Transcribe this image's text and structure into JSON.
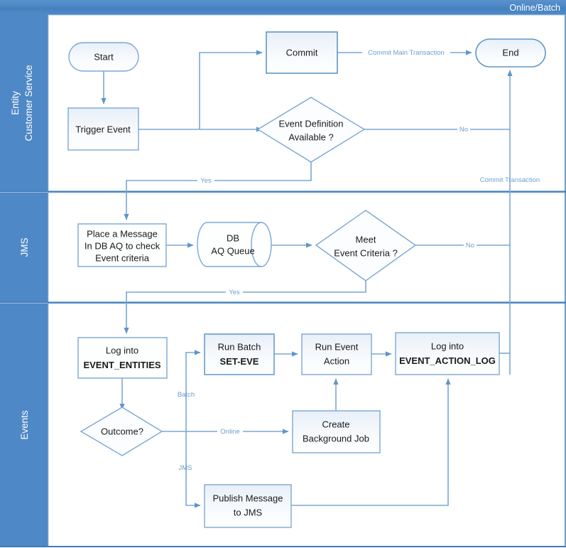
{
  "diagram": {
    "type": "swimlane-flowchart",
    "header": {
      "title": "Online/Batch"
    },
    "colors": {
      "lane_header_blue": "#4a86c5",
      "lane_border_blue": "#3f7cb8",
      "connector_blue": "#7ba7d4",
      "edge_label_blue": "#6d9ecb",
      "node_border": "#7ba7d4",
      "node_fill_top": "#eef3f9",
      "node_fill_bottom": "#ffffff",
      "lane_background": "#ffffff",
      "node_text": "#1a1a1a"
    },
    "lanes": [
      {
        "id": "lane-entity-customer-service",
        "label_line1": "Entity",
        "label_line2": "Customer Service"
      },
      {
        "id": "lane-jms",
        "label_line1": "JMS",
        "label_line2": ""
      },
      {
        "id": "lane-events",
        "label_line1": "Events",
        "label_line2": ""
      }
    ],
    "nodes": [
      {
        "id": "start",
        "shape": "terminator",
        "lane": 0,
        "line1": "Start",
        "line2": ""
      },
      {
        "id": "trigger-event",
        "shape": "process",
        "lane": 0,
        "line1": "Trigger Event",
        "line2": ""
      },
      {
        "id": "commit",
        "shape": "process",
        "lane": 0,
        "line1": "Commit",
        "line2": ""
      },
      {
        "id": "end",
        "shape": "terminator",
        "lane": 0,
        "line1": "End",
        "line2": ""
      },
      {
        "id": "event-definition-available",
        "shape": "decision",
        "lane": 0,
        "line1": "Event Definition",
        "line2": "Available ?"
      },
      {
        "id": "place-a-message",
        "shape": "process",
        "lane": 1,
        "line1": "Place a Message",
        "line2": "In DB AQ to check",
        "line3": "Event criteria"
      },
      {
        "id": "db-aq-queue",
        "shape": "cylinder",
        "lane": 1,
        "line1": "DB",
        "line2": "AQ Queue"
      },
      {
        "id": "meet-event-criteria",
        "shape": "decision",
        "lane": 1,
        "line1": "Meet",
        "line2": "Event Criteria ?"
      },
      {
        "id": "log-into-event-entities",
        "shape": "process",
        "lane": 2,
        "line1": "Log into",
        "line2": "EVENT_ENTITIES"
      },
      {
        "id": "outcome",
        "shape": "decision",
        "lane": 2,
        "line1": "Outcome?",
        "line2": ""
      },
      {
        "id": "run-batch-set-eve",
        "shape": "process",
        "lane": 2,
        "line1": "Run Batch",
        "line2": "SET-EVE"
      },
      {
        "id": "run-event-action",
        "shape": "process",
        "lane": 2,
        "line1": "Run Event",
        "line2": "Action"
      },
      {
        "id": "log-into-event-action-log",
        "shape": "process",
        "lane": 2,
        "line1": "Log into",
        "line2": "EVENT_ACTION_LOG"
      },
      {
        "id": "create-background-job",
        "shape": "process",
        "lane": 2,
        "line1": "Create",
        "line2": "Background Job"
      },
      {
        "id": "publish-message-to-jms",
        "shape": "process",
        "lane": 2,
        "line1": "Publish Message",
        "line2": "to JMS"
      }
    ],
    "edge_labels": {
      "commit_main_transaction": "Commit Main Transaction",
      "no_event_definition": "No",
      "yes_event_definition": "Yes",
      "commit_transaction": "Commit Transaction",
      "no_meet_criteria": "No",
      "yes_meet_criteria": "Yes",
      "batch": "Batch",
      "online": "Online",
      "jms": "JMS"
    },
    "node_labels": {
      "start": "Start",
      "trigger_event": "Trigger Event",
      "commit": "Commit",
      "end": "End",
      "event_definition_l1": "Event Definition",
      "event_definition_l2": "Available ?",
      "place_message_l1": "Place a Message",
      "place_message_l2": "In DB AQ to check",
      "place_message_l3": "Event criteria",
      "db_aq_l1": "DB",
      "db_aq_l2": "AQ Queue",
      "meet_criteria_l1": "Meet",
      "meet_criteria_l2": "Event Criteria ?",
      "log_entities_l1": "Log into",
      "log_entities_l2": "EVENT_ENTITIES",
      "outcome": "Outcome?",
      "run_batch_l1": "Run Batch",
      "run_batch_l2": "SET-EVE",
      "run_event_l1": "Run Event",
      "run_event_l2": "Action",
      "log_action_l1": "Log into",
      "log_action_l2": "EVENT_ACTION_LOG",
      "create_bg_l1": "Create",
      "create_bg_l2": "Background Job",
      "publish_l1": "Publish Message",
      "publish_l2": "to JMS"
    },
    "lane_labels": {
      "lane0_l1": "Entity",
      "lane0_l2": "Customer Service",
      "lane1": "JMS",
      "lane2": "Events"
    }
  }
}
